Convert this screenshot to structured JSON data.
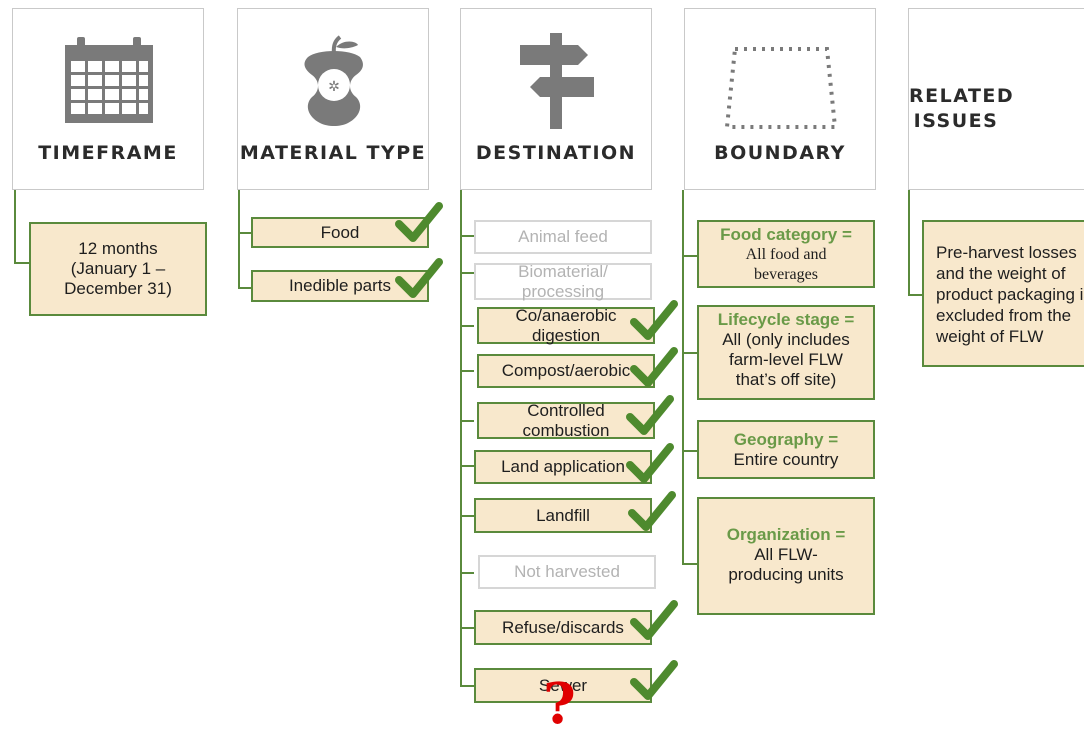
{
  "columns": {
    "timeframe": {
      "title": "TIMEFRAME",
      "items": [
        "12 months (January 1 – December 31)"
      ]
    },
    "material_type": {
      "title": "MATERIAL TYPE",
      "items": [
        "Food",
        "Inedible parts"
      ]
    },
    "destination": {
      "title": "DESTINATION",
      "items": [
        {
          "label": "Animal feed",
          "included": false
        },
        {
          "label": "Biomaterial/ processing",
          "included": false
        },
        {
          "label": "Co/anaerobic digestion",
          "included": true
        },
        {
          "label": "Compost/aerobic",
          "included": true
        },
        {
          "label": "Controlled combustion",
          "included": true
        },
        {
          "label": "Land application",
          "included": true
        },
        {
          "label": "Landfill",
          "included": true
        },
        {
          "label": "Not harvested",
          "included": false
        },
        {
          "label": "Refuse/discards",
          "included": true
        },
        {
          "label": "Sewer",
          "included": true
        }
      ]
    },
    "boundary": {
      "title": "BOUNDARY",
      "items": [
        {
          "head": "Food category =",
          "body": "All food and beverages"
        },
        {
          "head": "Lifecycle stage =",
          "body": "All (only includes farm-level FLW that’s off site)"
        },
        {
          "head": "Geography =",
          "body": "Entire country"
        },
        {
          "head": "Organization =",
          "body": "All FLW-producing units"
        }
      ]
    },
    "related_issues": {
      "title": "RELATED\nISSUES",
      "items": [
        "Pre-harvest losses and the weight of product packaging is excluded from the weight of FLW"
      ]
    }
  },
  "annotation": {
    "symbol": "?",
    "color": "#e00000"
  },
  "colors": {
    "accent_green": "#5a8a3c",
    "box_fill": "#f8e8cc",
    "check_green": "#4e8a2e"
  },
  "icons": [
    "calendar-icon",
    "apple-core-icon",
    "signpost-icon",
    "dotted-trapezoid-icon",
    "checkmark-icon"
  ]
}
